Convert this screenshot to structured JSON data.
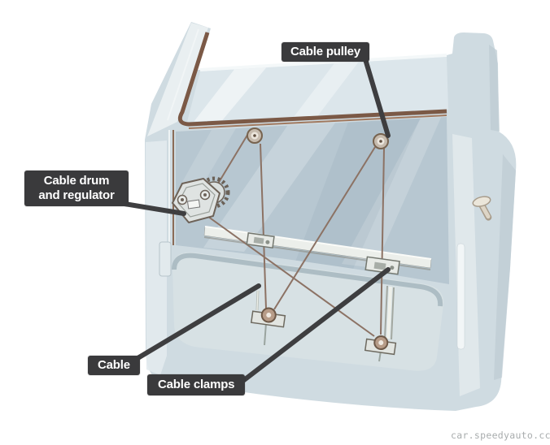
{
  "page": {
    "background": "#ffffff"
  },
  "diagram": {
    "labels": {
      "cable_pulley": "Cable pulley",
      "cable_drum_line1": "Cable drum",
      "cable_drum_line2": "and regulator",
      "cable": "Cable",
      "cable_clamps": "Cable clamps"
    },
    "watermark": "car.speedyauto.cc",
    "colors": {
      "label_background": "#3a3a3c",
      "label_text": "#ffffff",
      "leader_line": "#3e3e40",
      "door_body": "#cfdbe1",
      "door_highlight": "#e9eff2",
      "window_glass": "#b7c7d1",
      "seal_trim": "#7b5946",
      "cable": "#8c7264",
      "watermark_text": "#a8acad"
    }
  }
}
